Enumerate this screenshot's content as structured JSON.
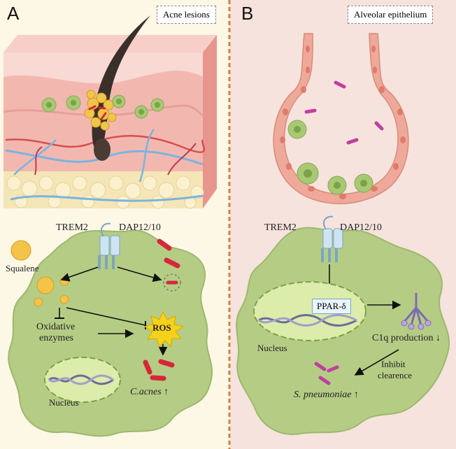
{
  "panelA": {
    "letter": "A",
    "context": "Acne lesions",
    "receptor": "TREM2",
    "adaptor": "DAP12/10",
    "squalene": "Squalene",
    "oxidative": "Oxidative",
    "enzymes": "enzymes",
    "ros": "ROS",
    "nucleus": "Nucleus",
    "bacteria": "C.acnes",
    "bacteria_trend": "↑"
  },
  "panelB": {
    "letter": "B",
    "context": "Alveolar epithelium",
    "receptor": "TREM2",
    "adaptor": "DAP12/10",
    "ppar": "PPAR-δ",
    "nucleus": "Nucleus",
    "c1q": "C1q production ↓",
    "inhibit1": "Inhibit",
    "inhibit2": "clearence",
    "bacteria": "S. pneumoniae",
    "bacteria_trend": "↑"
  },
  "colors": {
    "panelA_bg": "#fdf7e6",
    "panelB_bg": "#f6e3dd",
    "cell": "#b5cc85",
    "cell_dark": "#9db86c",
    "nucleus": "#dcecaa",
    "nucleus_border": "#7aa345",
    "cacnes": "#d8263a",
    "spneumo": "#c040a0",
    "ros": "#f5d21a",
    "skin": "#f2b8b0",
    "alveolus": "#eea99a",
    "divider": "#d2823c"
  }
}
